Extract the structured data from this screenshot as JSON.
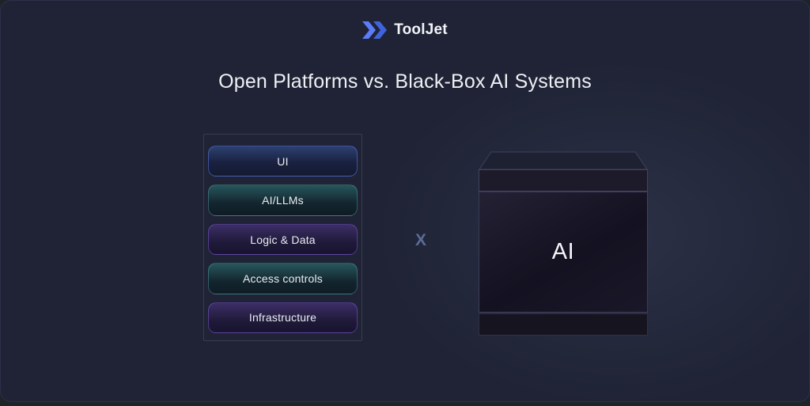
{
  "brand": {
    "name": "ToolJet"
  },
  "title": "Open Platforms vs. Black-Box AI Systems",
  "diagram": {
    "open_platform_stack": {
      "layers": [
        {
          "label": "UI",
          "theme": "blue"
        },
        {
          "label": "AI/LLMs",
          "theme": "teal"
        },
        {
          "label": "Logic & Data",
          "theme": "purple"
        },
        {
          "label": "Access controls",
          "theme": "teal"
        },
        {
          "label": "Infrastructure",
          "theme": "purple"
        }
      ]
    },
    "separator": "X",
    "black_box": {
      "label": "AI"
    }
  },
  "colors": {
    "card_background": "#1f2335",
    "outer_background": "#1d2329",
    "brand_chevron_light": "#5b7cf7",
    "brand_chevron_dark": "#3e63dd",
    "layer_blue": "#2d4170",
    "layer_teal": "#27565c",
    "layer_purple": "#3c2e66",
    "separator_color": "#5a6d96",
    "title_text": "#eef0f4",
    "box_outline": "#4c5070"
  }
}
